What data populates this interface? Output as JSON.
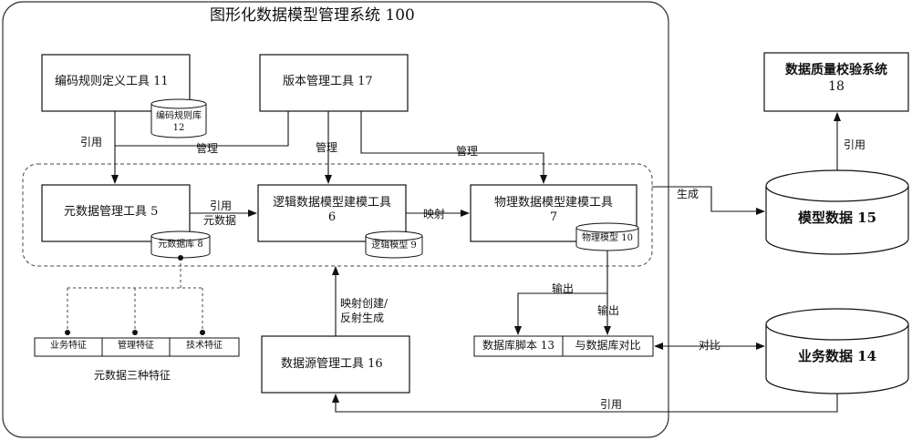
{
  "system": {
    "title": "图形化数据模型管理系统  100"
  },
  "tools": {
    "coding_rule": "编码规则定义工具  11",
    "version": "版本管理工具  17",
    "metadata": "元数据管理工具  5",
    "logical": {
      "name": "逻辑数据模型建模工具",
      "num": "6"
    },
    "physical": {
      "name": "物理数据模型建模工具",
      "num": "7"
    },
    "datasource": "数据源管理工具  16"
  },
  "stores": {
    "coding_rule_lib": {
      "name": "编码规则库",
      "num": "12"
    },
    "metadata_lib": "元数据库 8",
    "logical_model": "逻辑模型  9",
    "physical_model": "物理模型  10"
  },
  "features": {
    "caption": "元数据三种特征",
    "items": [
      "业务特征",
      "管理特征",
      "技术特征"
    ]
  },
  "outputs": {
    "db_script": "数据库脚本  13",
    "compare": "与数据库对比"
  },
  "external": {
    "quality": {
      "name": "数据质量校验系统",
      "num": "18"
    },
    "model_data": "模型数据  15",
    "biz_data": "业务数据  14"
  },
  "edges": {
    "ref1": "引用",
    "manage1": "管理",
    "manage2": "管理",
    "manage3": "管理",
    "ref_meta_1": "引用",
    "ref_meta_2": "元数据",
    "map": "映射",
    "generate": "生成",
    "ref_quality": "引用",
    "output1": "输出",
    "output2": "输出",
    "compare": "对比",
    "map_create_1": "映射创建/",
    "map_create_2": "反射生成",
    "ref_bottom": "引用"
  }
}
